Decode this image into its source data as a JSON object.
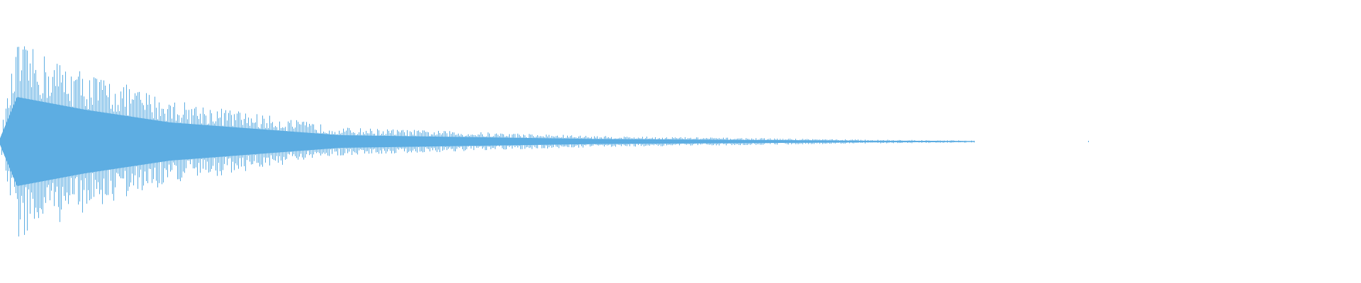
{
  "waveform": {
    "color": "#5dade2",
    "background": "#ffffff",
    "style": "mirrored amplitude bars, exponentially decaying",
    "peak_amplitude": 0.7,
    "envelope": [
      {
        "t": 0.0,
        "amp": 0.05
      },
      {
        "t": 0.01,
        "amp": 0.7
      },
      {
        "t": 0.05,
        "amp": 0.5
      },
      {
        "t": 0.1,
        "amp": 0.3
      },
      {
        "t": 0.2,
        "amp": 0.1
      },
      {
        "t": 0.35,
        "amp": 0.04
      },
      {
        "t": 0.5,
        "amp": 0.015
      },
      {
        "t": 0.6,
        "amp": 0.006
      },
      {
        "t": 0.72,
        "amp": 0.004
      },
      {
        "t": 1.0,
        "amp": 0.0
      }
    ]
  }
}
